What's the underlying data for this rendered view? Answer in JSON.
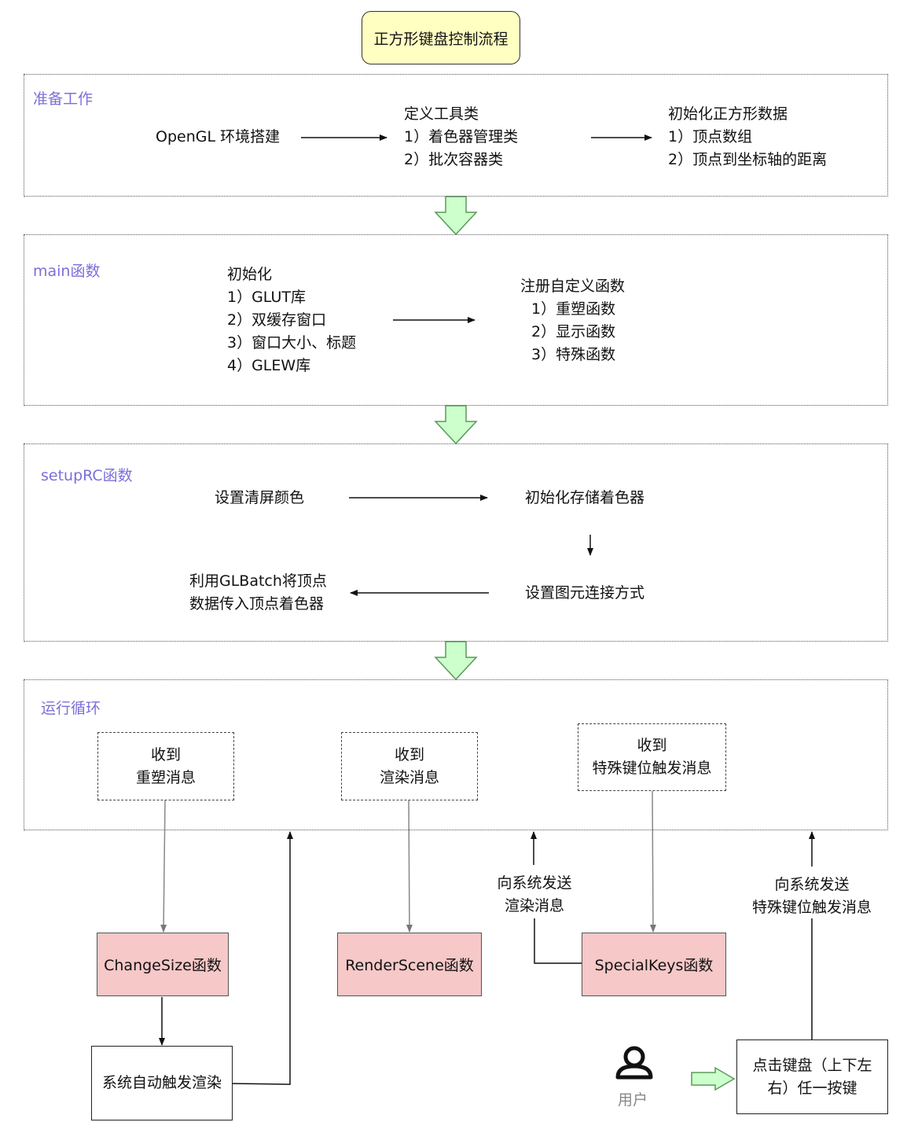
{
  "title": "正方形键盘控制流程",
  "sections": {
    "prep": {
      "label": "准备工作",
      "env": "OpenGL 环境搭建",
      "tools_title": "定义工具类",
      "tools": [
        "1）着色器管理类",
        "2）批次容器类"
      ],
      "data_title": "初始化正方形数据",
      "data_items": [
        "1）顶点数组",
        "2）顶点到坐标轴的距离"
      ]
    },
    "main": {
      "label": "main函数",
      "init_title": "初始化",
      "init_items": [
        "1）GLUT库",
        "2）双缓存窗口",
        "3）窗口大小、标题",
        "4）GLEW库"
      ],
      "reg_title": "注册自定义函数",
      "reg_items": [
        "1）重塑函数",
        "2）显示函数",
        "3）特殊函数"
      ]
    },
    "setup": {
      "label": "setupRC函数",
      "clear_color": "设置清屏颜色",
      "init_shader": "初始化存储着色器",
      "primitive": "设置图元连接方式",
      "batch": [
        "利用GLBatch将顶点",
        "数据传入顶点着色器"
      ]
    },
    "loop": {
      "label": "运行循环",
      "reshape_msg": [
        "收到",
        "重塑消息"
      ],
      "render_msg": [
        "收到",
        "渲染消息"
      ],
      "special_msg": [
        "收到",
        "特殊键位触发消息"
      ]
    }
  },
  "functions": {
    "change_size": "ChangeSize函数",
    "render_scene": "RenderScene函数",
    "special_keys": "SpecialKeys函数"
  },
  "auto_render": "系统自动触发渲染",
  "send_render": [
    "向系统发送",
    "渲染消息"
  ],
  "send_special": [
    "向系统发送",
    "特殊键位触发消息"
  ],
  "user_label": "用户",
  "key_press": [
    "点击键盘（上下左",
    "右）任一按键"
  ],
  "colors": {
    "title_fill": "#ffffc2",
    "function_fill": "#f6c8c8",
    "section_label": "#7b6fd9",
    "big_arrow_fill": "#ccffcc",
    "big_arrow_stroke": "#5a9a5a"
  }
}
